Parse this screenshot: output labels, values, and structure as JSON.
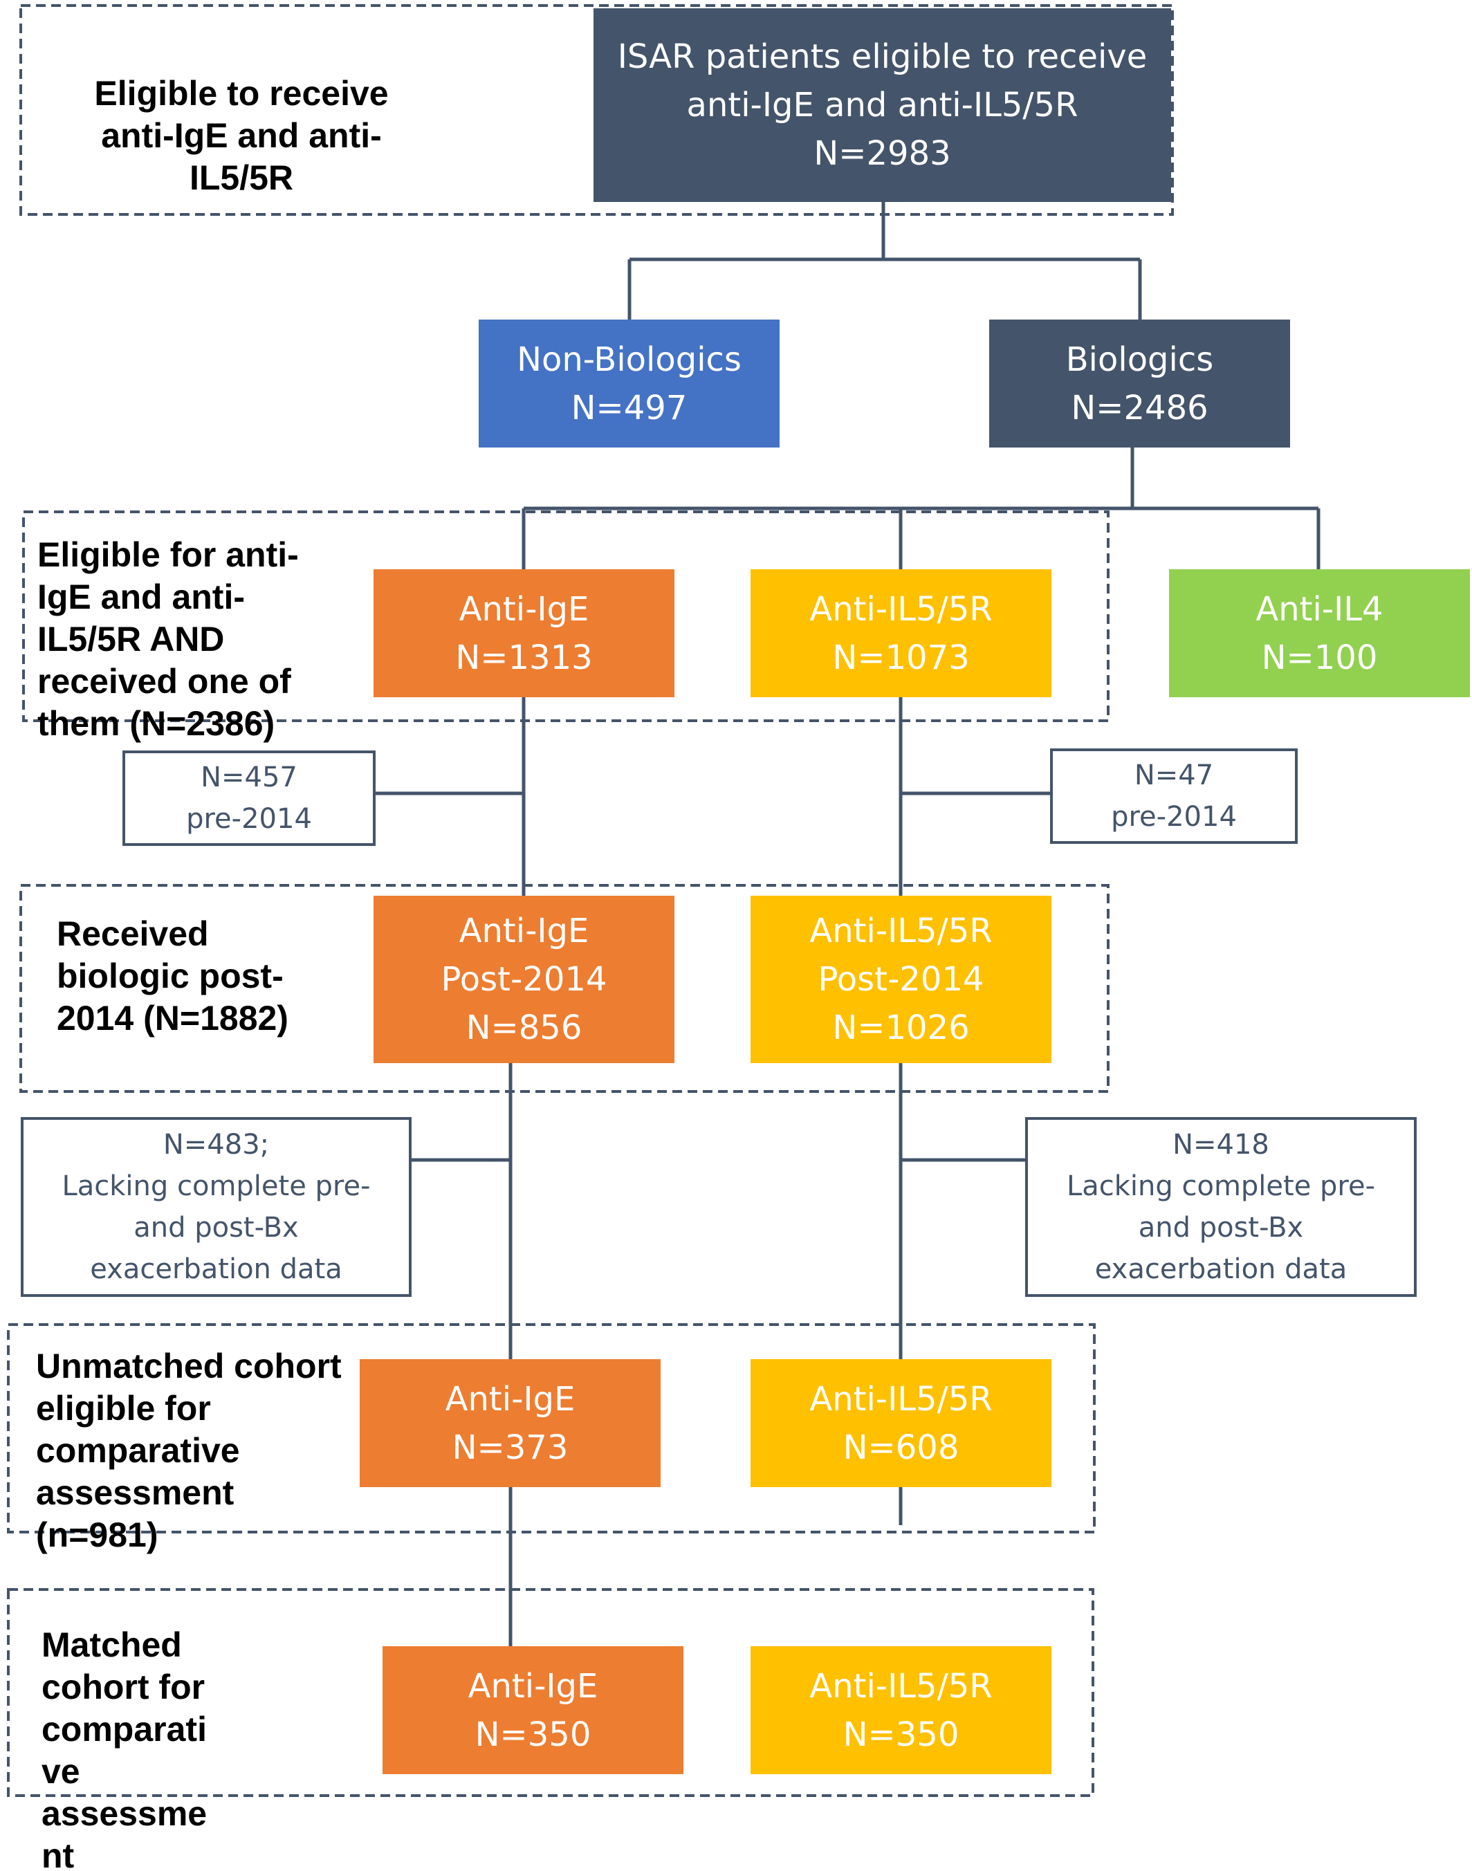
{
  "colors": {
    "dark": "#44546a",
    "blue": "#4472c4",
    "orange": "#ed7d31",
    "yellow": "#ffc000",
    "green": "#92d050",
    "border": "#44546a"
  },
  "stages": {
    "eligible": [
      "Eligible to receive",
      "anti-IgE and anti-",
      "IL5/5R"
    ],
    "received_one": [
      "Eligible for anti-",
      "IgE and anti-",
      "IL5/5R AND",
      "received one of",
      "them (N=2386)"
    ],
    "post2014": [
      "Received",
      "biologic post-",
      "2014 (N=1882)"
    ],
    "unmatched": [
      "Unmatched cohort",
      "eligible for",
      "comparative",
      "assessment",
      "(n=981)"
    ],
    "matched": [
      "Matched",
      "cohort for",
      "comparati",
      "ve",
      "assessme",
      "nt"
    ]
  },
  "nodes": {
    "isar": [
      "ISAR patients eligible to receive",
      "anti-IgE and  anti-IL5/5R",
      "N=2983"
    ],
    "non_biologics": [
      "Non-Biologics",
      "N=497"
    ],
    "biologics": [
      "Biologics",
      "N=2486"
    ],
    "anti_ige": [
      "Anti-IgE",
      "N=1313"
    ],
    "anti_il5": [
      "Anti-IL5/5R",
      "N=1073"
    ],
    "anti_il4": [
      "Anti-IL4",
      "N=100"
    ],
    "anti_ige_post": [
      "Anti-IgE",
      "Post-2014",
      "N=856"
    ],
    "anti_il5_post": [
      "Anti-IL5/5R",
      "Post-2014",
      "N=1026"
    ],
    "anti_ige_unmatched": [
      "Anti-IgE",
      "N=373"
    ],
    "anti_il5_unmatched": [
      "Anti-IL5/5R",
      "N=608"
    ],
    "anti_ige_matched": [
      "Anti-IgE",
      "N=350"
    ],
    "anti_il5_matched": [
      "Anti-IL5/5R",
      "N=350"
    ]
  },
  "exclusions": {
    "ige_pre2014": [
      "N=457",
      "pre-2014"
    ],
    "il5_pre2014": [
      "N=47",
      "pre-2014"
    ],
    "ige_lacking": [
      "N=483;",
      "Lacking complete pre-",
      "and post-Bx",
      "exacerbation data"
    ],
    "il5_lacking": [
      "N=418",
      "Lacking complete pre-",
      "and post-Bx",
      "exacerbation data"
    ]
  }
}
